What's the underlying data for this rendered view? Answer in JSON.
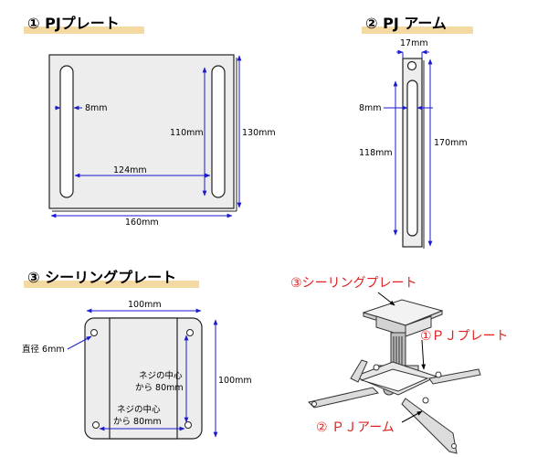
{
  "sections": {
    "plate": {
      "title": "① PJプレート"
    },
    "arm": {
      "title": "② PJ アーム"
    },
    "ceiling": {
      "title": "③ シーリングプレート"
    }
  },
  "plate_dims": {
    "slot_width": "8mm",
    "slot_distance": "124mm",
    "slot_length": "110mm",
    "height": "130mm",
    "width": "160mm"
  },
  "arm_dims": {
    "width": "17mm",
    "slot_width": "8mm",
    "slot_length": "118mm",
    "length": "170mm"
  },
  "ceiling_dims": {
    "width": "100mm",
    "height": "100mm",
    "hole": "直径 6mm",
    "pitch_v_line1": "ネジの中心",
    "pitch_v_line2": "から 80mm",
    "pitch_h_line1": "ネジの中心",
    "pitch_h_line2": "から 80mm"
  },
  "assembly": {
    "label_ceiling": "③シーリングプレート",
    "label_plate": "①ＰＪプレート",
    "label_arm": "② ＰＪアーム"
  },
  "colors": {
    "dimension": "#1a1ad0",
    "callout": "#e02020",
    "title_highlight": "#f5d9a3",
    "plate_fill": "#ededed"
  }
}
